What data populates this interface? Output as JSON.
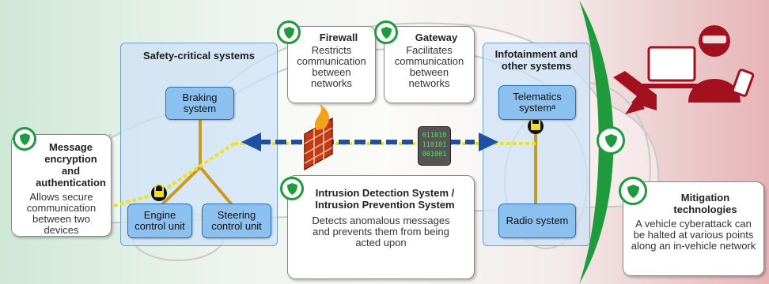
{
  "safety": {
    "title": "Safety-critical systems",
    "braking": "Braking system",
    "engine": "Engine control unit",
    "steering": "Steering control unit"
  },
  "infotainment": {
    "title": "Infotainment and other systems",
    "telematics": "Telematics systemᵃ",
    "radio": "Radio system"
  },
  "firewall": {
    "title": "Firewall",
    "desc": "Restricts communication between networks"
  },
  "gateway": {
    "title": "Gateway",
    "desc": "Facilitates communication between networks",
    "binary": [
      "011010",
      "110101",
      "001001"
    ]
  },
  "message": {
    "title": "Message encryption and authentication",
    "desc": "Allows secure communication between two devices"
  },
  "ids": {
    "title": "Intrusion Detection System / Intrusion Prevention System",
    "desc": "Detects anomalous messages and prevents them from being acted upon"
  },
  "mitigation": {
    "title": "Mitigation technologies",
    "desc": "A vehicle cyberattack can be halted at various points along an in-vehicle network"
  },
  "colors": {
    "shield": "#1f9a3c",
    "panel": "#cde1f5",
    "component": "#8cc0ef",
    "attack": "#a3101f",
    "wire": "#c99a22",
    "secure": "#f0e020",
    "arrow": "#1f4fa0"
  }
}
